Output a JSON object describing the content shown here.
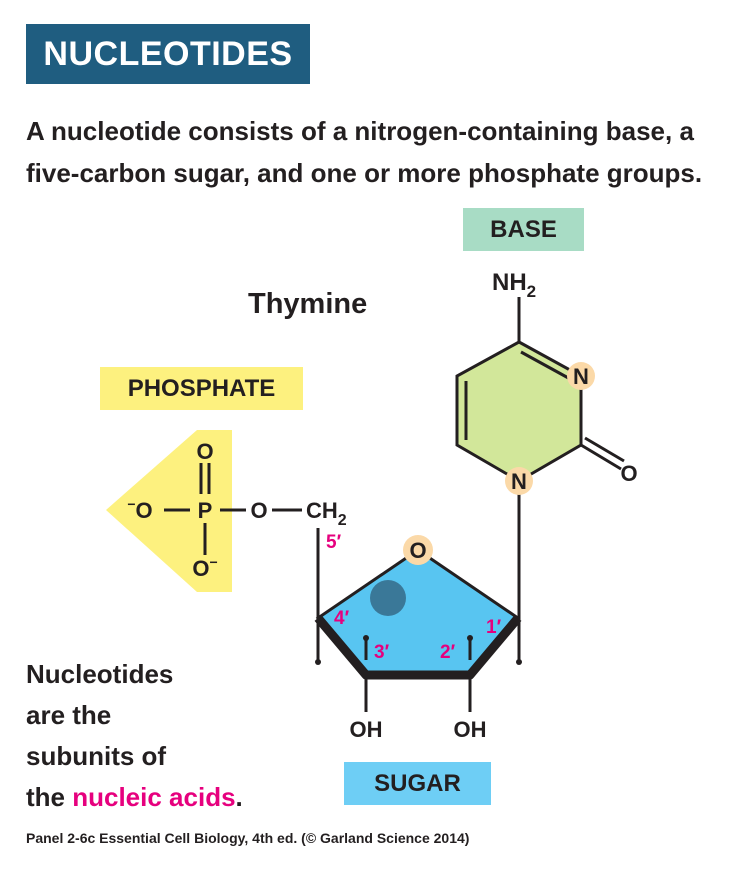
{
  "title": "NUCLEOTIDES",
  "intro": "A nucleotide consists of a nitrogen-containing base, a five-carbon sugar, and one or more phosphate groups.",
  "labels": {
    "base": "BASE",
    "phosphate": "PHOSPHATE",
    "sugar": "SUGAR"
  },
  "base_name": "Thymine",
  "summary": {
    "line1": "Nucleotides",
    "line2": "are the",
    "line3": "subunits of",
    "line4_prefix": "the ",
    "line4_highlight": "nucleic acids",
    "line4_suffix": "."
  },
  "credit": "Panel 2-6c  Essential Cell Biology, 4th ed. (© Garland Science 2014)",
  "structure": {
    "nh2": "NH",
    "nh2_sub": "2",
    "ring_n_top": "N",
    "ring_n_bottom": "N",
    "carbonyl_o": "O",
    "phosphate_p": "P",
    "phosphate_o_top": "O",
    "phosphate_o_left": "O",
    "phosphate_o_left_charge": "−",
    "phosphate_o_bottom": "O",
    "phosphate_o_bottom_charge": "−",
    "bridge_o": "O",
    "ch2": "CH",
    "ch2_sub": "2",
    "ring_o": "O",
    "c5": "5′",
    "c4": "4′",
    "c3": "3′",
    "c2": "2′",
    "c1": "1′",
    "oh_left": "OH",
    "oh_right": "OH"
  },
  "colors": {
    "title_bg": "#1f5d80",
    "base_fill": "#d2e79a",
    "base_label_bg": "#a8dcc5",
    "phosphate_bg": "#fdf17f",
    "sugar_fill": "#58c5f1",
    "sugar_label_bg": "#6ecef5",
    "atom_circle": "#fbd9a8",
    "marker_dot": "#3a7898",
    "carbon_label": "#e6007e"
  }
}
